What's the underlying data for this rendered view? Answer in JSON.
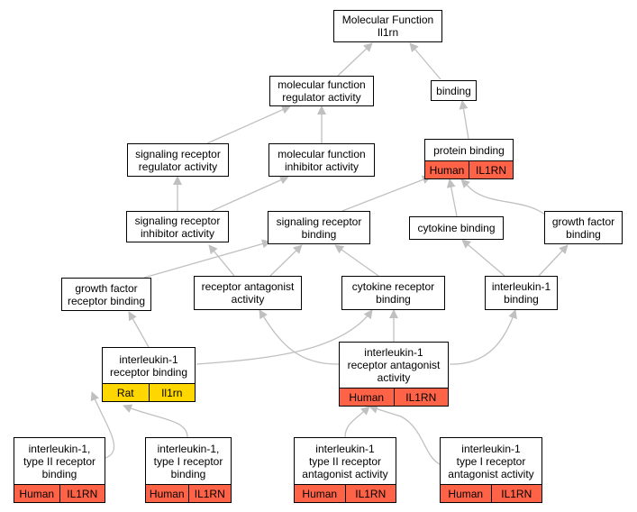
{
  "nodes": {
    "mf": {
      "label": "Molecular Function\nIl1rn"
    },
    "mfra": {
      "label": "molecular function\nregulator activity"
    },
    "binding": {
      "label": "binding"
    },
    "srra": {
      "label": "signaling receptor\nregulator activity"
    },
    "mfia": {
      "label": "molecular function\ninhibitor activity"
    },
    "pb": {
      "label": "protein binding",
      "species": "Human",
      "gene": "IL1RN"
    },
    "sria": {
      "label": "signaling receptor\ninhibitor activity"
    },
    "srb": {
      "label": "signaling receptor\nbinding"
    },
    "cb": {
      "label": "cytokine binding"
    },
    "gfb": {
      "label": "growth factor\nbinding"
    },
    "gfrb": {
      "label": "growth factor\nreceptor binding"
    },
    "raa": {
      "label": "receptor antagonist\nactivity"
    },
    "crb": {
      "label": "cytokine receptor\nbinding"
    },
    "il1b": {
      "label": "interleukin-1\nbinding"
    },
    "il1rb": {
      "label": "interleukin-1\nreceptor binding",
      "species": "Rat",
      "gene": "Il1rn"
    },
    "il1raa": {
      "label": "interleukin-1\nreceptor antagonist\nactivity",
      "species": "Human",
      "gene": "IL1RN"
    },
    "il1t2rb": {
      "label": "interleukin-1,\ntype II receptor\nbinding",
      "species": "Human",
      "gene": "IL1RN"
    },
    "il1t1rb": {
      "label": "interleukin-1,\ntype I receptor\nbinding",
      "species": "Human",
      "gene": "IL1RN"
    },
    "il1t2raa": {
      "label": "interleukin-1\ntype II receptor\nantagonist activity",
      "species": "Human",
      "gene": "IL1RN"
    },
    "il1t1raa": {
      "label": "interleukin-1\ntype I receptor\nantagonist activity",
      "species": "Human",
      "gene": "IL1RN"
    }
  },
  "colors": {
    "human_annotation": "#ff6347",
    "rat_annotation": "#ffd700",
    "edge": "#c0c0c0"
  }
}
